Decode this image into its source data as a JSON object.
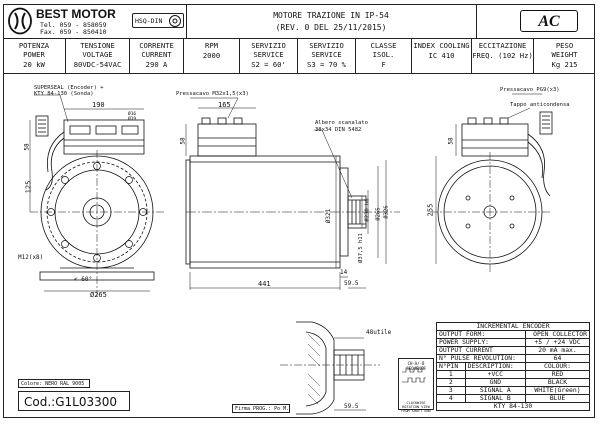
{
  "header": {
    "brand": "BEST MOTOR",
    "tel": "Tel. 059 - 858059",
    "fax": "Fax. 059 - 850410",
    "iso_badge": "HSQ-DIN",
    "title_line1": "MOTORE TRAZIONE IN IP-54",
    "title_line2": "(REV. 0 DEL 25/11/2015)",
    "ac_badge": "AC"
  },
  "specs": [
    {
      "label1": "POTENZA",
      "label2": "POWER",
      "value": "20 kW"
    },
    {
      "label1": "TENSIONE",
      "label2": "VOLTAGE",
      "value": "80VDC-54VAC"
    },
    {
      "label1": "CORRENTE",
      "label2": "CURRENT",
      "value": "290 A"
    },
    {
      "label1": "RPM",
      "label2": "",
      "value": "2000"
    },
    {
      "label1": "SERVIZIO",
      "label2": "SERVICE",
      "value": "S2 =  60'"
    },
    {
      "label1": "SERVIZIO",
      "label2": "SERVICE",
      "value": "S3 = 70 %"
    },
    {
      "label1": "CLASSE",
      "label2": "ISOL.",
      "value": "F"
    },
    {
      "label1": "INDEX COOLING",
      "label2": "",
      "value": "IC 410"
    },
    {
      "label1": "ECCITAZIONE",
      "label2": "",
      "value": "FREQ. (102 Hz)"
    },
    {
      "label1": "PESO",
      "label2": "WEIGHT",
      "value": "Kg 215"
    }
  ],
  "annotations": {
    "supersealine1": "SUPERSEAL (Encoder) +",
    "supersealine2": "KTY 84-130 (Sonda)",
    "dim_190": "190",
    "dim_hole1": "Ø16",
    "dim_hole2": "Ø19",
    "dim_58_left": "58",
    "dim_125": "125",
    "m12": "M12(x8)",
    "angle": "< 60°",
    "d265_left": "Ø265",
    "pressacavo1": "Pressacavo M32x1,5(x3)",
    "dim_165": "165",
    "dim_58_mid": "58",
    "albero_line1": "Albero scanalato",
    "albero_line2": "38x34 DIN 5482",
    "d321": "Ø321",
    "d230": "Ø230 h6",
    "d265_mid": "Ø265",
    "d326": "Ø326",
    "d37": "Ø37,5 h11",
    "dim_441": "441",
    "dim_14": "14",
    "dim_595a": "59.5",
    "pressacavo2": "Pressacavo PG9(x3)",
    "tappo": "Tappo anticondensa",
    "dim_255": "255",
    "dim_58_right": "58",
    "dim_48": "48utile",
    "dim_595b": "59.5",
    "firma": "Firma PROG.: Po M.",
    "colore": "Colore: NERO RAL 9005",
    "code": "Cod.:G1L03300",
    "seq_title": "CH-A/-B SEQUENCE",
    "seq_note": "CLOCKWISE ROTATION VIEW FROM SHAFT END"
  },
  "encoder": {
    "title": "INCREMENTAL ENCODER",
    "rows": [
      [
        "OUTPUT FORM:",
        "",
        "OPEN COLLECTOR"
      ],
      [
        "POWER SUPPLY:",
        "",
        "+5 / +24 VDC"
      ],
      [
        "OUTPUT CURRENT",
        "",
        "20 mA  max."
      ],
      [
        "N° PULSE REVOLUTION:",
        "",
        "64"
      ]
    ],
    "pin_header": [
      "N°PIN",
      "DESCRIPTION:",
      "COLOUR:"
    ],
    "pins": [
      [
        "1",
        "+VCC",
        "RED"
      ],
      [
        "2",
        "GND",
        "BLACK"
      ],
      [
        "3",
        "SIGNAL A",
        "WHITE(Green)"
      ],
      [
        "4",
        "SIGNAL B",
        "BLUE"
      ]
    ],
    "footer": "KTY 84-130"
  }
}
